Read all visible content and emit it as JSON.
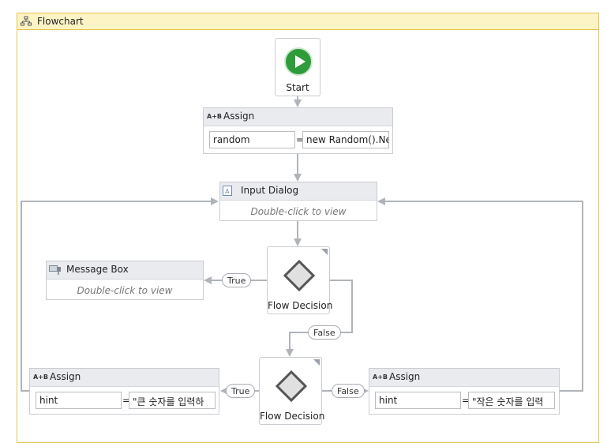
{
  "flowchart": {
    "title": "Flowchart",
    "icon": "flowchart-icon"
  },
  "start": {
    "label": "Start",
    "icon": "play-icon"
  },
  "assign_top": {
    "title": "Assign",
    "icon": "assign-icon",
    "to": "random",
    "value": "new Random().Ne"
  },
  "input_dialog": {
    "title": "Input Dialog",
    "hint": "Double-click to view",
    "icon": "input-dialog-icon"
  },
  "decision_1": {
    "label": "Flow Decision",
    "true_label": "True",
    "false_label": "False"
  },
  "message_box": {
    "title": "Message Box",
    "hint": "Double-click to view",
    "icon": "message-box-icon"
  },
  "decision_2": {
    "label": "Flow Decision",
    "true_label": "True",
    "false_label": "False"
  },
  "assign_left": {
    "title": "Assign",
    "icon": "assign-icon",
    "to": "hint",
    "value": "\"큰 숫자를 입력하"
  },
  "assign_right": {
    "title": "Assign",
    "icon": "assign-icon",
    "to": "hint",
    "value": "\"작은 숫자를 입력"
  },
  "equals_sign": "=",
  "colors": {
    "header_bg": "#fdf4c5",
    "border": "#e6c24e",
    "start_green": "#2e9c3a",
    "connector": "#b0b4ba"
  }
}
